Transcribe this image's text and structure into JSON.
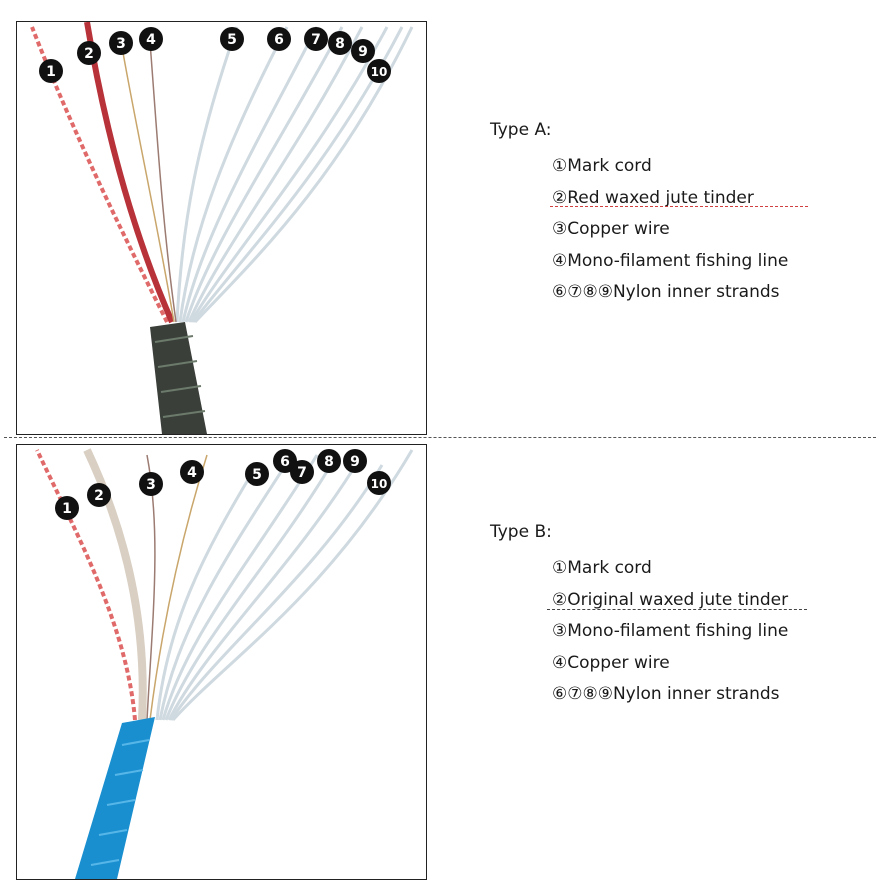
{
  "type_a": {
    "title": "Type A:",
    "items": [
      "①Mark cord",
      "②Red waxed jute tinder",
      "③Copper wire",
      "④Mono-filament fishing line",
      "⑥⑦⑧⑨Nylon inner strands"
    ],
    "badges": [
      "1",
      "2",
      "3",
      "4",
      "5",
      "6",
      "7",
      "8",
      "9",
      "10"
    ],
    "sheath_color": "#3a3f3a",
    "accent_color": "#d04040"
  },
  "type_b": {
    "title": "Type B:",
    "items": [
      "①Mark cord",
      "②Original waxed jute tinder",
      "③Mono-filament fishing line",
      "④Copper wire",
      "⑥⑦⑧⑨Nylon inner strands"
    ],
    "badges": [
      "1",
      "2",
      "3",
      "4",
      "5",
      "6",
      "7",
      "8",
      "9",
      "10"
    ],
    "sheath_color": "#1a8fd0",
    "accent_color": "#444444"
  }
}
